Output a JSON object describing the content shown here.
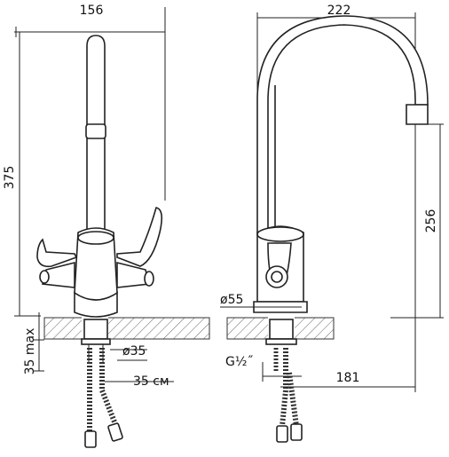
{
  "diagram": {
    "dimensions": {
      "front_width": "156",
      "front_height": "375",
      "mount_depth": "35 max",
      "hole_diameter": "ø35",
      "hose_offset": "35 см",
      "side_width": "222",
      "spout_height": "256",
      "base_diameter": "ø55",
      "thread": "G½˝",
      "reach": "181"
    }
  }
}
